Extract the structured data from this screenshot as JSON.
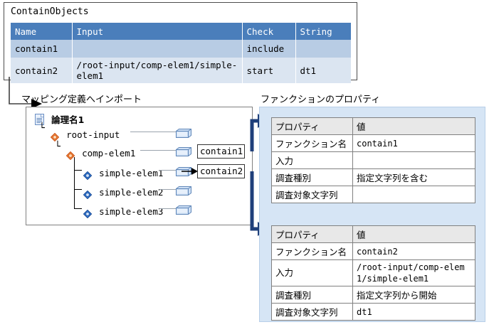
{
  "contain_objects": {
    "title": "ContainObjects",
    "columns": [
      "Name",
      "Input",
      "Check",
      "String"
    ],
    "rows": [
      {
        "name": "contain1",
        "input": "",
        "check": "include",
        "string": ""
      },
      {
        "name": "contain2",
        "input": "/root-input/comp-elem1/simple-elem1",
        "check": "start",
        "string": "dt1"
      }
    ]
  },
  "mapping": {
    "caption": "マッピング定義へインポート",
    "tree": [
      {
        "label": "論理名1",
        "icon": "document-icon",
        "depth": 0,
        "has_box": false
      },
      {
        "label": "root-input",
        "icon": "complex-element-icon",
        "depth": 1,
        "has_box": true
      },
      {
        "label": "comp-elem1",
        "icon": "complex-element-icon",
        "depth": 2,
        "has_box": true
      },
      {
        "label": "simple-elem1",
        "icon": "simple-element-icon",
        "depth": 3,
        "has_box": true
      },
      {
        "label": "simple-elem2",
        "icon": "simple-element-icon",
        "depth": 3,
        "has_box": true
      },
      {
        "label": "simple-elem3",
        "icon": "simple-element-icon",
        "depth": 3,
        "has_box": true
      }
    ],
    "function_boxes": [
      {
        "label": "contain1"
      },
      {
        "label": "contain2"
      }
    ]
  },
  "properties": {
    "caption": "ファンクションのプロパティ",
    "columns": [
      "プロパティ",
      "値"
    ],
    "tables": [
      {
        "rows": [
          {
            "key": "ファンクション名",
            "value": "contain1",
            "mono": true
          },
          {
            "key": "入力",
            "value": "",
            "mono": true
          },
          {
            "key": "調査種別",
            "value": "指定文字列を含む",
            "mono": false
          },
          {
            "key": "調査対象文字列",
            "value": "",
            "mono": true
          }
        ]
      },
      {
        "rows": [
          {
            "key": "ファンクション名",
            "value": "contain2",
            "mono": true
          },
          {
            "key": "入力",
            "value": "/root-input/comp-elem1/simple-elem1",
            "mono": true,
            "wrap": true
          },
          {
            "key": "調査種別",
            "value": "指定文字列から開始",
            "mono": false
          },
          {
            "key": "調査対象文字列",
            "value": "dt1",
            "mono": true
          }
        ]
      }
    ]
  },
  "colors": {
    "table_header_blue": "#4a7ebb",
    "row_a": "#b8cce4",
    "row_b": "#dbe5f1",
    "panel_blue": "#d6e5f5",
    "connector_blue": "#1f3f7a",
    "complex_node": "#f07830",
    "simple_node": "#2a6fd6"
  }
}
